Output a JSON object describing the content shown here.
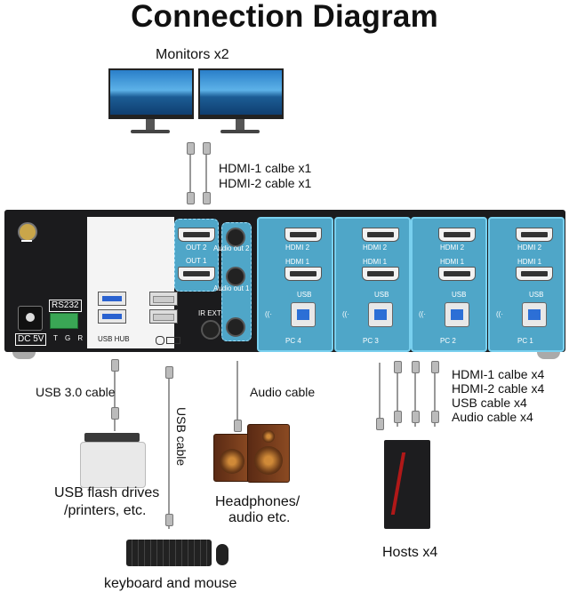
{
  "title": "Connection Diagram",
  "monitors_label": "Monitors x2",
  "hdmi_top": [
    "HDMI-1 calbe x1",
    "HDMI-2 cable x1"
  ],
  "device": {
    "rs232": "RS232",
    "rs232_pins": "T G R",
    "dc": "DC 5V",
    "usb_hub": "USB HUB",
    "ir_ext": "IR EXT",
    "out2": "OUT 2",
    "out1": "OUT 1",
    "audio_out2": "Audio out 2",
    "audio_out1": "Audio out 1",
    "pcs": [
      {
        "hdmi2": "HDMI 2",
        "hdmi1": "HDMI 1",
        "usb": "USB",
        "label": "PC 4"
      },
      {
        "hdmi2": "HDMI 2",
        "hdmi1": "HDMI 1",
        "usb": "USB",
        "label": "PC 3"
      },
      {
        "hdmi2": "HDMI 2",
        "hdmi1": "HDMI 1",
        "usb": "USB",
        "label": "PC 2"
      },
      {
        "hdmi2": "HDMI 2",
        "hdmi1": "HDMI 1",
        "usb": "USB",
        "label": "PC 1"
      }
    ]
  },
  "usb30": "USB 3.0 cable",
  "usb_cable": "USB cable",
  "audio_cable": "Audio cable",
  "right_cables": [
    "HDMI-1 calbe x4",
    "HDMI-2 cable x4",
    "USB cable x4",
    "Audio cable x4"
  ],
  "printers": [
    "USB flash drives",
    "/printers, etc."
  ],
  "speakers": [
    "Headphones/",
    "audio etc."
  ],
  "hosts": "Hosts x4",
  "keyboard": "keyboard and mouse"
}
